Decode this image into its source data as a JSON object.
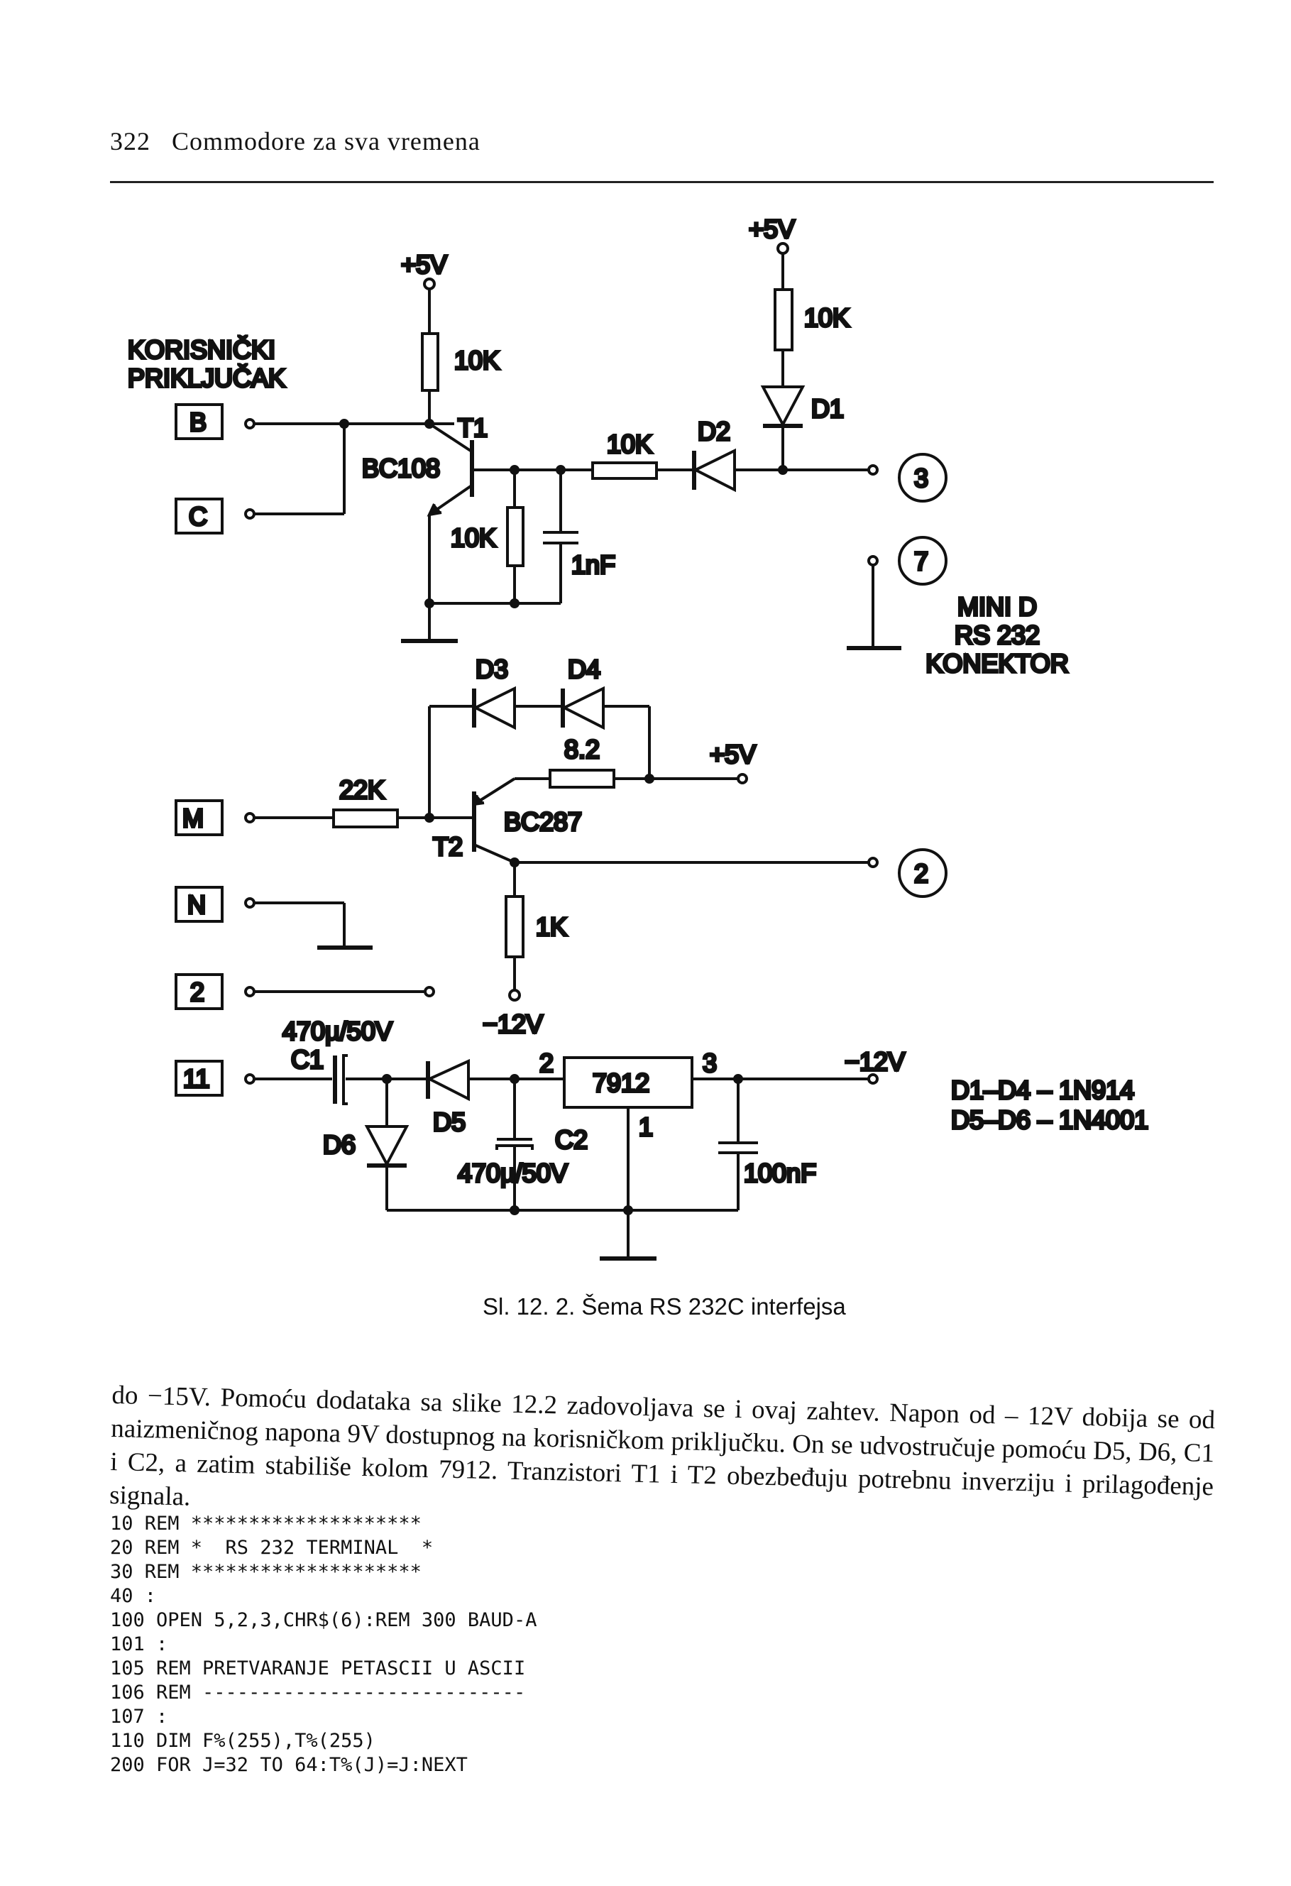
{
  "header": {
    "page_number": "322",
    "running_title": "Commodore za sva vremena"
  },
  "schematic": {
    "user_port_title_line1": "KORISNIČKI",
    "user_port_title_line2": "PRIKLJUČAK",
    "pins": [
      "B",
      "C",
      "M",
      "N",
      "2",
      "11"
    ],
    "connector_pins": [
      "3",
      "7",
      "2"
    ],
    "connector_title_line1": "MINI D",
    "connector_title_line2": "RS 232",
    "connector_title_line3": "KONEKTOR",
    "labels": {
      "plus5v_a": "+5V",
      "plus5v_b": "+5V",
      "plus5v_c": "+5V",
      "r_pullup": "10K",
      "r_d1": "10K",
      "r_series": "10K",
      "r_base": "10K",
      "c_1nf": "1nF",
      "t1": "T1",
      "bc108": "BC108",
      "d1": "D1",
      "d2": "D2",
      "d3": "D3",
      "d4": "D4",
      "r_82": "8.2",
      "r_22k": "22K",
      "t2": "T2",
      "bc287": "BC287",
      "r_1k": "1K",
      "minus12v_a": "−12V",
      "minus12v_b": "−12V",
      "c1_value": "470µ/50V",
      "c1": "C1",
      "d5": "D5",
      "d6": "D6",
      "c2": "C2",
      "c2_value": "470µ/50V",
      "reg_pin2": "2",
      "reg_pin3": "3",
      "reg_pin1": "1",
      "regulator": "7912",
      "c_100nf": "100nF"
    },
    "legend_line1": "D1–D4  –  1N914",
    "legend_line2": "D5–D6  –  1N4001"
  },
  "caption": "Sl. 12. 2. Šema RS 232C interfejsa",
  "body_text": "do −15V. Pomoću dodataka sa slike 12.2 zadovoljava se i ovaj zahtev. Napon od – 12V dobija se od naizmeničnog napona 9V dostupnog na korisničkom priključku. On se udvostručuje pomoću D5, D6, C1 i C2, a zatim stabiliše kolom 7912. Tranzistori T1 i T2 obezbeđuju potrebnu inverziju i prilagođenje signala.",
  "code_lines": [
    "10 REM ********************",
    "20 REM *  RS 232 TERMINAL  *",
    "30 REM ********************",
    "40 :",
    "100 OPEN 5,2,3,CHR$(6):REM 300 BAUD-A",
    "101 :",
    "105 REM PRETVARANJE PETASCII U ASCII",
    "106 REM ----------------------------",
    "107 :",
    "110 DIM F%(255),T%(255)",
    "200 FOR J=32 TO 64:T%(J)=J:NEXT"
  ]
}
